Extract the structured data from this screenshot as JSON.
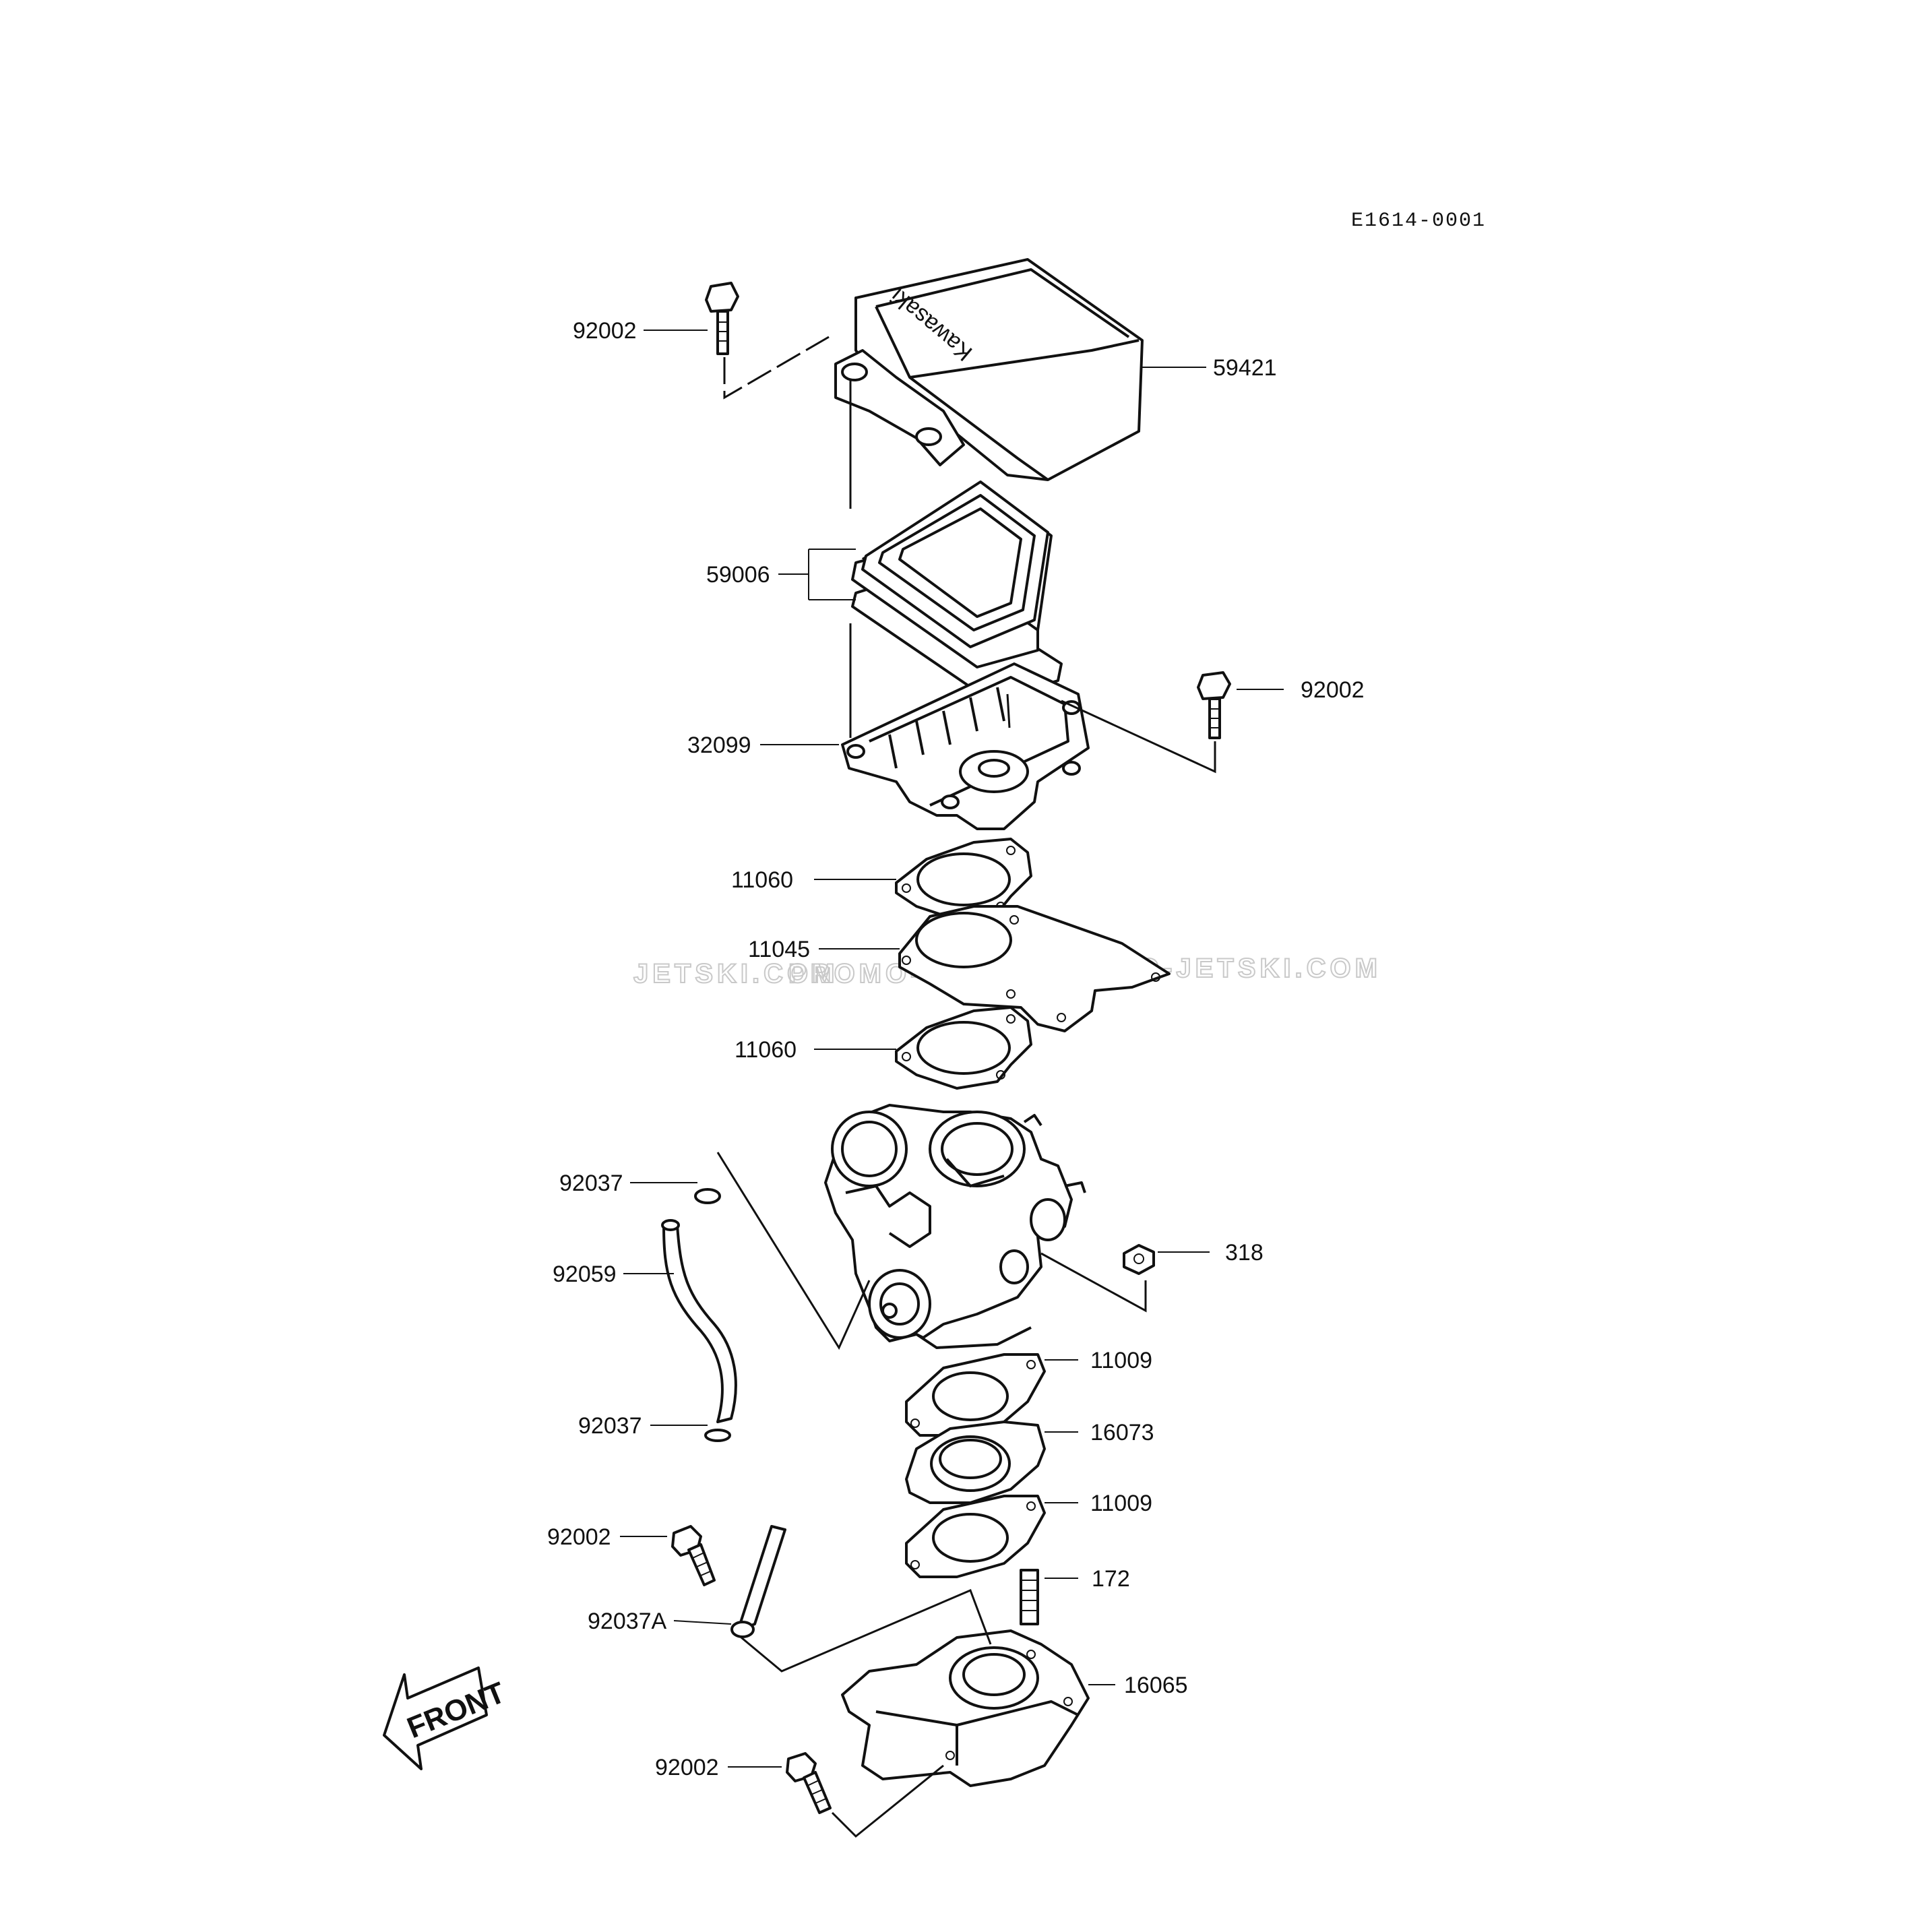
{
  "diagram_code": "E1614-0001",
  "cover_brand": "Kawasaki",
  "watermark": [
    "JETSKI.COM",
    "PROMO-JETSKI.COM",
    "PROMO-JETSKI.COM"
  ],
  "front_arrow": "FRONT",
  "parts": {
    "bolt_top_left": "92002",
    "cover": "59421",
    "filter": "59006",
    "bolt_right": "92002",
    "case": "32099",
    "gasket_upper": "11060",
    "plate": "11045",
    "gasket_lower": "11060",
    "clamp_upper": "92037",
    "hose": "92059",
    "nut": "318",
    "clamp_lower": "92037",
    "gasket_carb_1": "11009",
    "insulator": "16073",
    "gasket_carb_2": "11009",
    "bolt_lower_left": "92002",
    "clamp_a": "92037A",
    "stud": "172",
    "holder": "16065",
    "bolt_bottom": "92002"
  }
}
